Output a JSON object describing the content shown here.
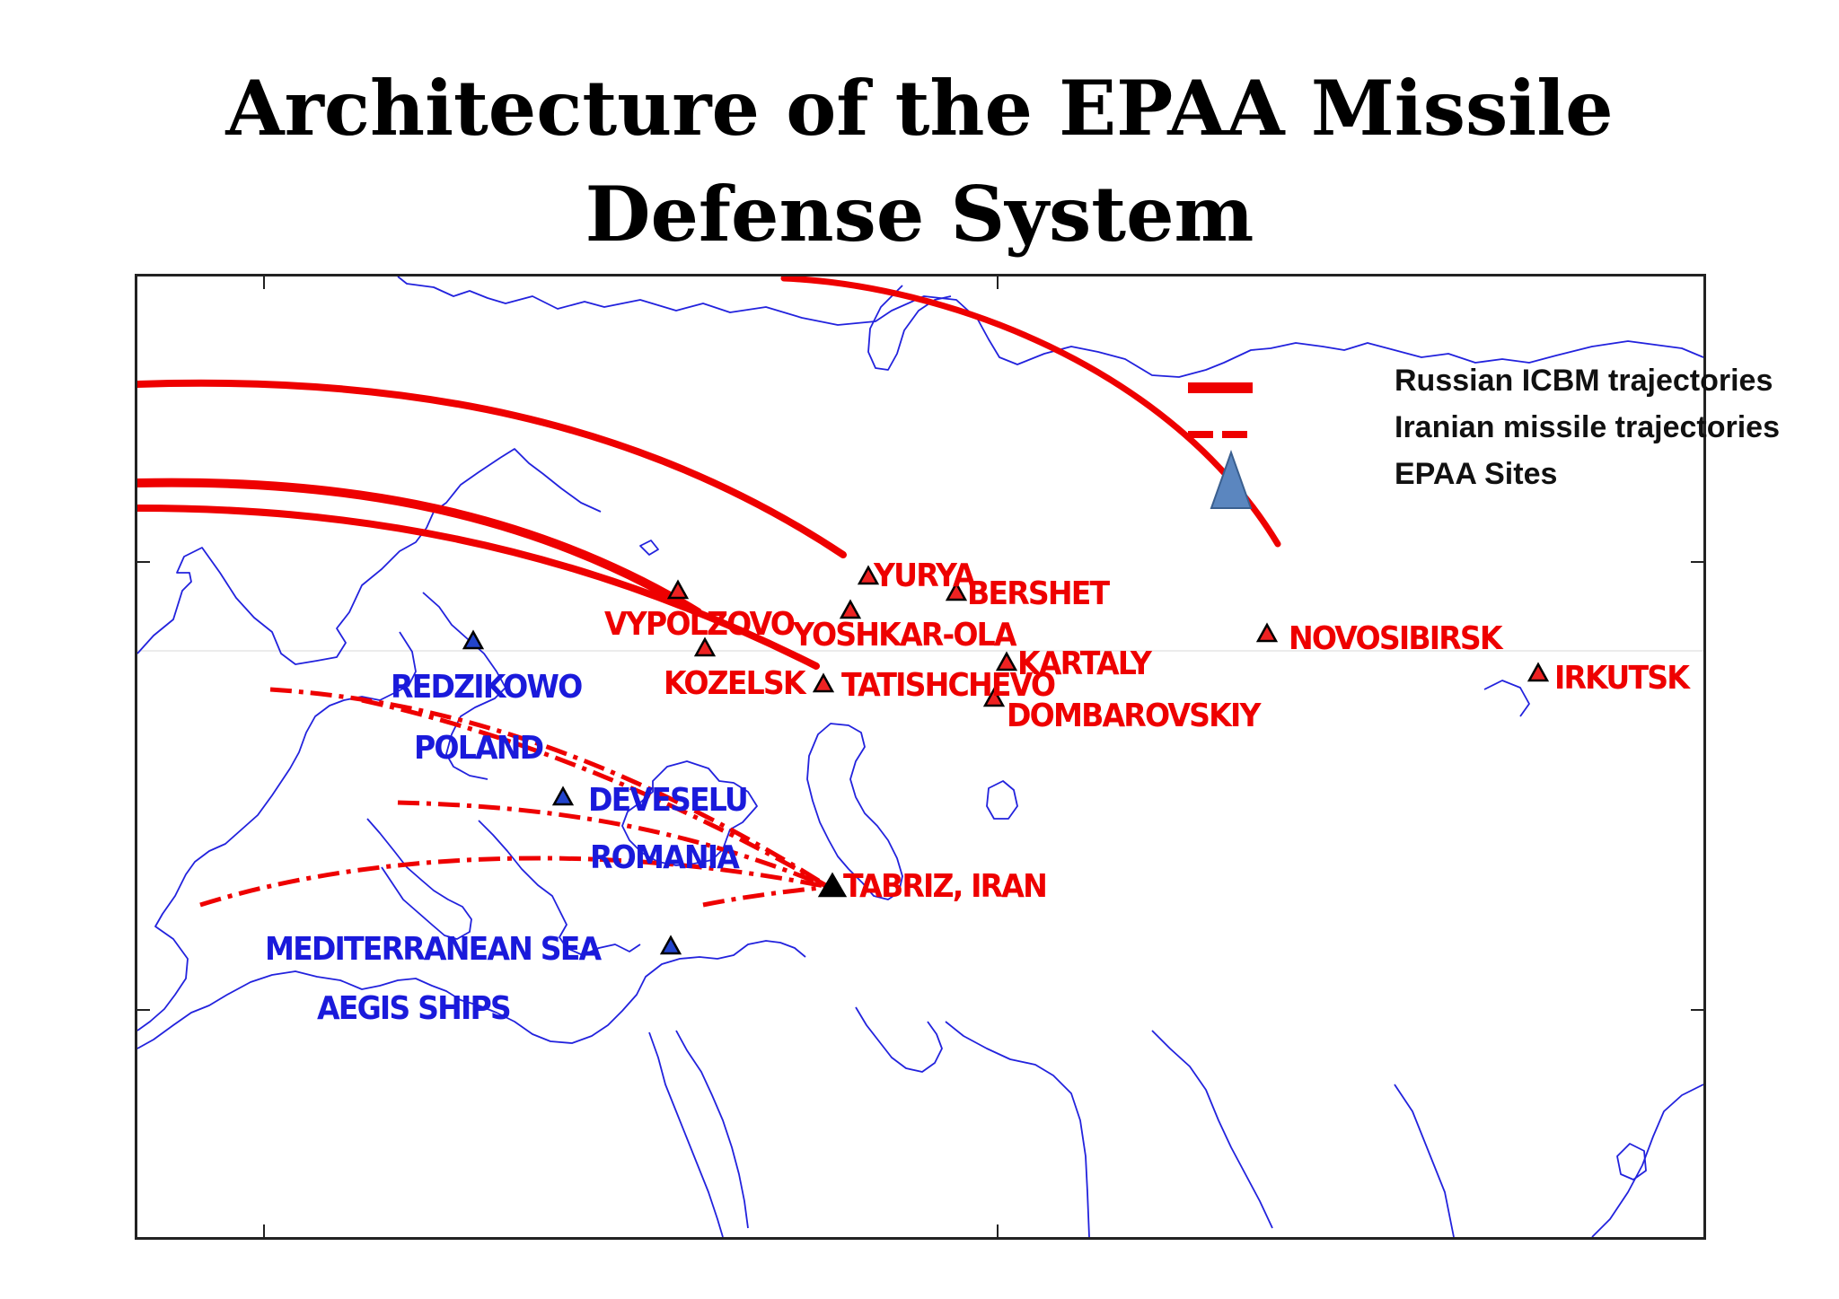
{
  "title": {
    "line1": "Architecture of  the EPAA Missile",
    "line2": "Defense System"
  },
  "legend": {
    "russian": "Russian ICBM trajectories",
    "iranian": "Iranian missile trajectories",
    "sites": "EPAA Sites"
  },
  "colors": {
    "trajectory": "#ee0000",
    "coastline": "#2222dd",
    "russian_site_fill": "#ee2222",
    "epaa_site_fill": "#2244cc",
    "legend_triangle": "#5b86bf"
  },
  "russian_sites": [
    {
      "name": "YURYA"
    },
    {
      "name": "BERSHET"
    },
    {
      "name": "VYPOLZOVO"
    },
    {
      "name": "YOSHKAR-OLA"
    },
    {
      "name": "KOZELSK"
    },
    {
      "name": "TATISHCHEVO"
    },
    {
      "name": "KARTALY"
    },
    {
      "name": "DOMBAROVSKIY"
    },
    {
      "name": "NOVOSIBIRSK"
    },
    {
      "name": "IRKUTSK"
    },
    {
      "name": "TABRIZ, IRAN"
    }
  ],
  "epaa_sites": [
    {
      "name": "REDZIKOWO",
      "sub": "POLAND"
    },
    {
      "name": "DEVESELU",
      "sub": "ROMANIA"
    },
    {
      "name": "MEDITERRANEAN SEA",
      "sub": "AEGIS SHIPS"
    }
  ]
}
